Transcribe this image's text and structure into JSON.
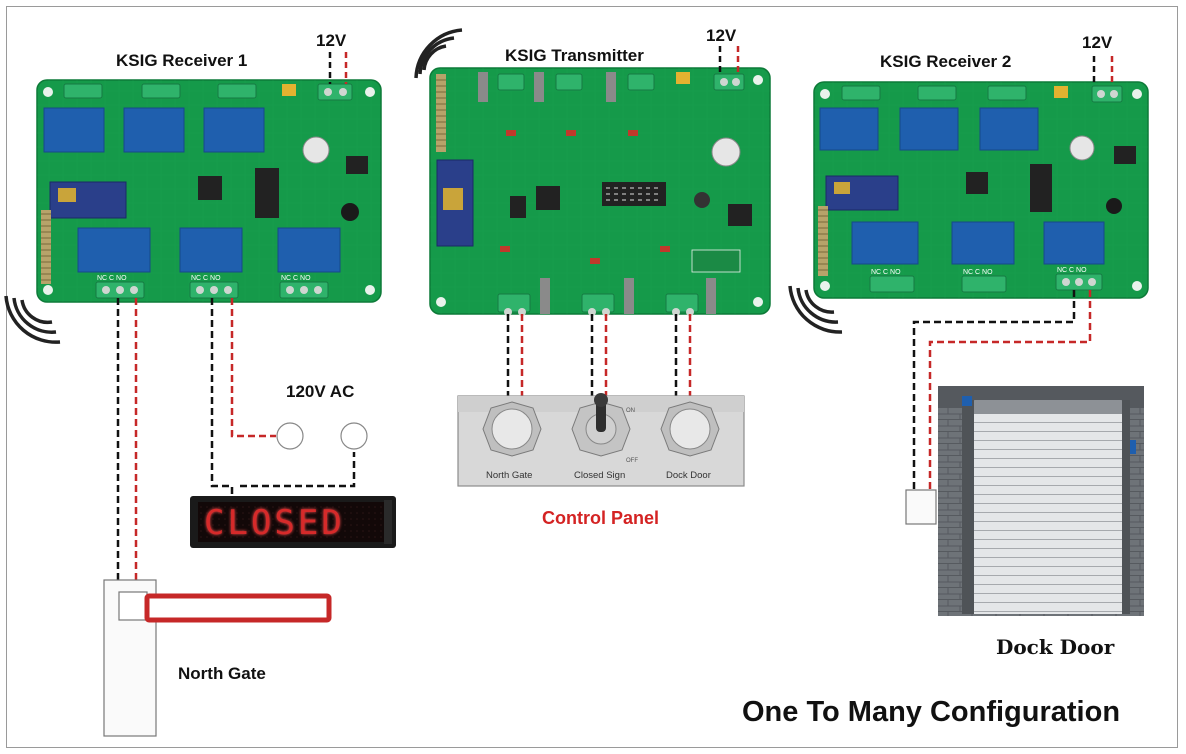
{
  "title": "One To Many Configuration",
  "boards": {
    "receiver1": {
      "label": "KSIG Receiver 1",
      "voltage": "12V"
    },
    "transmitter": {
      "label": "KSIG Transmitter",
      "voltage": "12V"
    },
    "receiver2": {
      "label": "KSIG Receiver 2",
      "voltage": "12V"
    }
  },
  "ac_label": "120V AC",
  "sign_text": "CLOSED",
  "control_panel": {
    "label": "Control Panel",
    "buttons": [
      "North Gate",
      "Closed Sign",
      "Dock Door"
    ],
    "switch_on": "ON",
    "switch_off": "OFF"
  },
  "devices": {
    "gate_label": "North Gate",
    "door_label": "Dock Door"
  },
  "relay_terminal": "NC C NO",
  "colors": {
    "board_green": "#159a4a",
    "relay_blue": "#1f5fae",
    "wire_red": "#c62828",
    "wire_black": "#111111",
    "panel_label_red": "#d42323"
  }
}
